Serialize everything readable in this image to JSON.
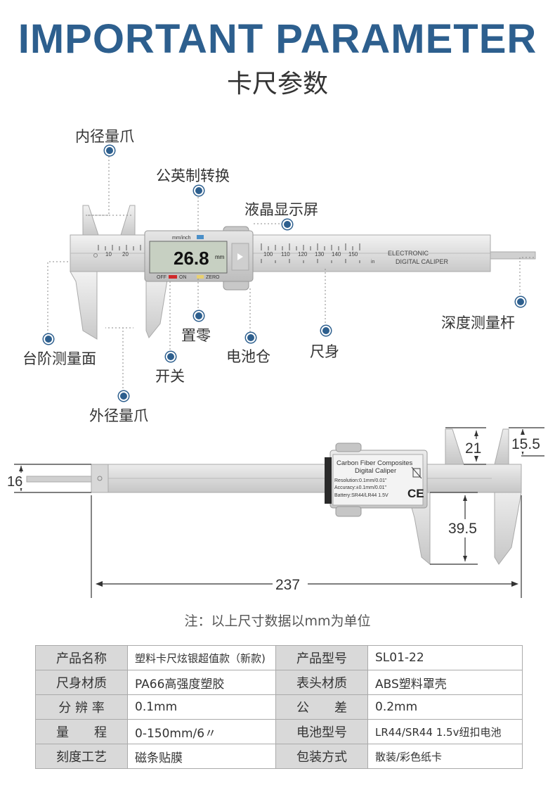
{
  "header": {
    "title": "IMPORTANT PARAMETER",
    "subtitle": "卡尺参数"
  },
  "labels": {
    "inner_jaw": "内径量爪",
    "unit_switch": "公英制转换",
    "lcd": "液晶显示屏",
    "depth_rod": "深度测量杆",
    "step_face": "台阶测量面",
    "zero": "置零",
    "battery_case": "电池仓",
    "ruler_body": "尺身",
    "power": "开关",
    "outer_jaw": "外径量爪"
  },
  "caliper_face": {
    "display": "26.8",
    "display_unit": "mm",
    "unit_key": "mm/inch",
    "btn_off": "OFF",
    "btn_on": "ON",
    "btn_zero": "ZERO",
    "brand1": "ELECTRONIC",
    "brand2": "DIGITAL CALIPER",
    "in_mark": "in",
    "scale_left": [
      "10",
      "20"
    ],
    "scale_right": [
      "100",
      "110",
      "120",
      "130",
      "140",
      "150"
    ]
  },
  "caliper_back": {
    "line1": "Carbon Fiber Composites",
    "line2": "Digital Caliper",
    "line3": "Resolution:0.1mm/0.01\"",
    "line4": "Accuracy:±0.1mm/0.01\"",
    "line5": "Battery:SR44/LR44 1.5V",
    "ce": "CE"
  },
  "dimensions": {
    "d16": "16",
    "d21": "21",
    "d15_5": "15.5",
    "d39_5": "39.5",
    "d237": "237"
  },
  "note": "注：以上尺寸数据以mm为单位",
  "specs": [
    [
      "产品名称",
      "塑料卡尺炫银超值款（新款)",
      "产品型号",
      "SL01-22"
    ],
    [
      "尺身材质",
      "PA66高强度塑胶",
      "表头材质",
      "ABS塑料罩壳"
    ],
    [
      "分 辨 率",
      "0.1mm",
      "公　　差",
      "0.2mm"
    ],
    [
      "量　　程",
      "0-150mm/6〃",
      "电池型号",
      "LR44/SR44  1.5v纽扣电池"
    ],
    [
      "刻度工艺",
      "磁条贴膜",
      "包装方式",
      "散装/彩色纸卡"
    ]
  ]
}
